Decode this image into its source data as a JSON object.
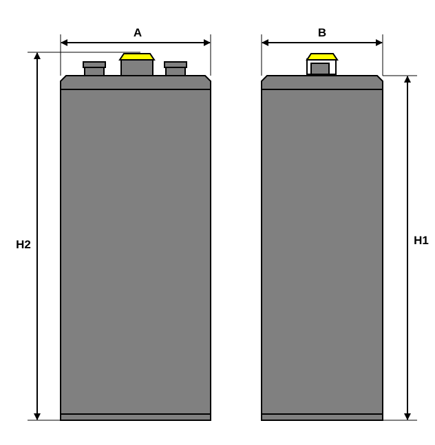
{
  "labels": {
    "width_front": "A",
    "width_side": "B",
    "height_total": "H2",
    "height_case": "H1"
  },
  "colors": {
    "body": "#808080",
    "outline": "#000000",
    "vent_cap": "#ffff00",
    "terminal": "#808080",
    "background": "#ffffff"
  }
}
